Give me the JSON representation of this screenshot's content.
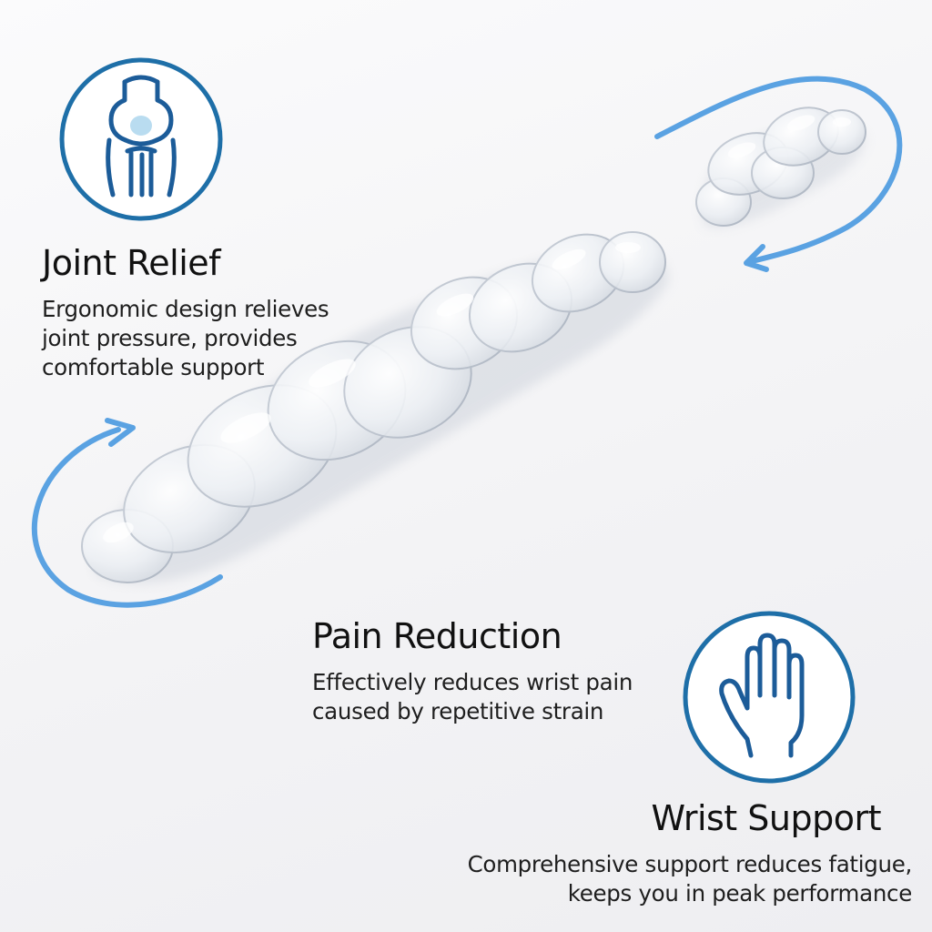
{
  "features": [
    {
      "title": "Joint Relief",
      "lines": [
        "Ergonomic design relieves",
        "joint pressure, provides",
        "comfortable support"
      ],
      "icon": "knee-joint-icon"
    },
    {
      "title": "Pain Reduction",
      "lines": [
        "Effectively reduces wrist pain",
        "caused by repetitive strain"
      ]
    },
    {
      "title": "Wrist Support",
      "lines": [
        "Comprehensive support reduces fatigue,",
        "keeps you in peak performance"
      ],
      "icon": "hand-icon"
    }
  ],
  "colors": {
    "icon_ring": "#1e6fa8",
    "icon_stroke": "#1c5c99",
    "arrow": "#5aa2e2",
    "gel": "#e4e8ee"
  }
}
